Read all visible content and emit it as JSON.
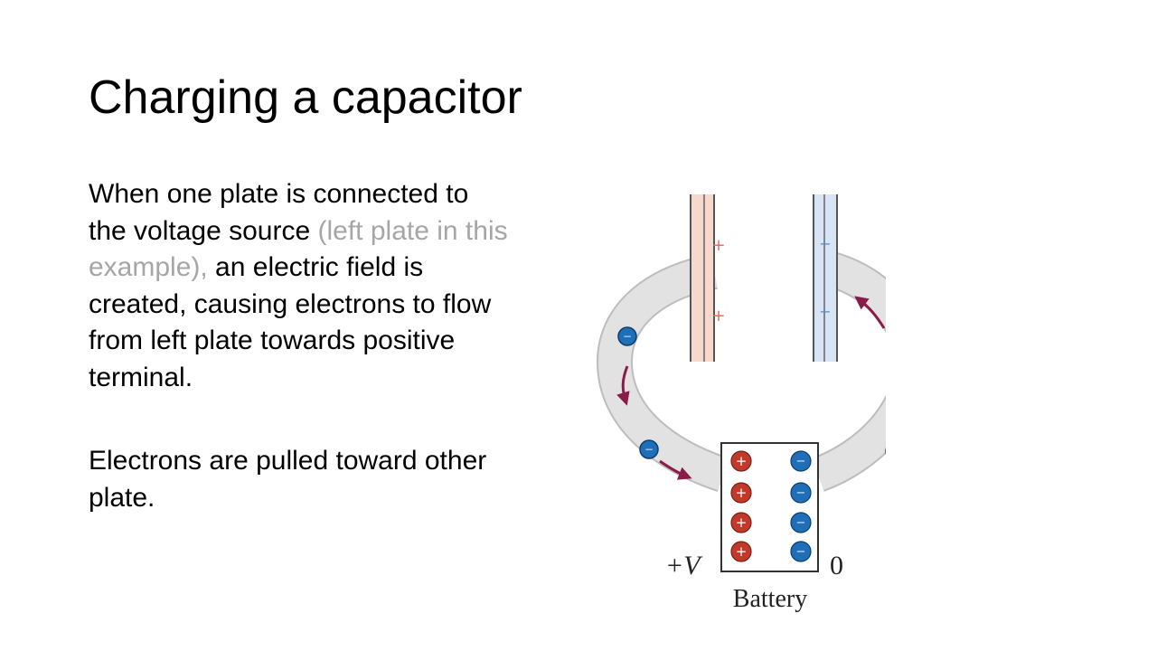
{
  "slide": {
    "title": "Charging a capacitor",
    "paragraph1": {
      "part1": "When one plate is connected to the voltage source ",
      "part2": "(left plate in this example),",
      "part3": " an electric field is created, causing electrons to flow from left plate towards positive terminal."
    },
    "paragraph2": "Electrons are pulled toward other plate."
  },
  "figure": {
    "battery_label": "Battery",
    "left_terminal_label": "+V",
    "right_terminal_label": "0",
    "left_plate_charge_symbol": "+",
    "right_plate_charge_symbol": "−",
    "battery_positive_symbol": "+",
    "battery_negative_symbol": "−",
    "electron_symbol": "−",
    "colors": {
      "wire": "#e2e2e2",
      "left_plate": "#f6d8cc",
      "right_plate": "#d6e4f4",
      "positive_charge": "#c0392b",
      "electron": "#1f6fb8",
      "arrow": "#8a1c4a",
      "muted_text": "#a6a6a6"
    }
  }
}
